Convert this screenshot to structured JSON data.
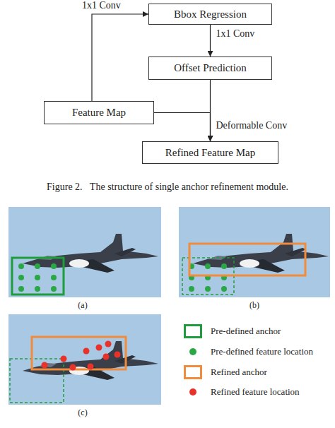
{
  "diagram": {
    "caption": "Figure 2.   The structure of single anchor refinement module.",
    "nodes": [
      {
        "text": [
          "Bbox Regression"
        ]
      },
      {
        "text": [
          "Offset Prediction"
        ]
      },
      {
        "text": [
          "Feature Map"
        ]
      },
      {
        "text": [
          "Refined Feature Map"
        ]
      }
    ],
    "edges": [
      {
        "from": 2,
        "to": 0,
        "label": "1x1 Conv",
        "arrow": "to"
      },
      {
        "from": 0,
        "to": 1,
        "label": "1x1 Conv",
        "arrow": "to"
      },
      {
        "from": 1,
        "to": 3,
        "label": "Deformable Conv",
        "arrow": "to"
      },
      {
        "from": 2,
        "to": 3,
        "arrow": "to"
      }
    ],
    "labels": [
      "(a)",
      "(b)",
      "(c)"
    ],
    "legend": [
      {
        "text": "Pre-defined anchor",
        "color": "#1f9d3c"
      },
      {
        "text": "Pre-defined feature location",
        "color": "#2aa845"
      },
      {
        "text": "Refined anchor",
        "color": "#f08c3c"
      },
      {
        "text": "Refined feature location",
        "color": "#e8322a"
      }
    ]
  }
}
